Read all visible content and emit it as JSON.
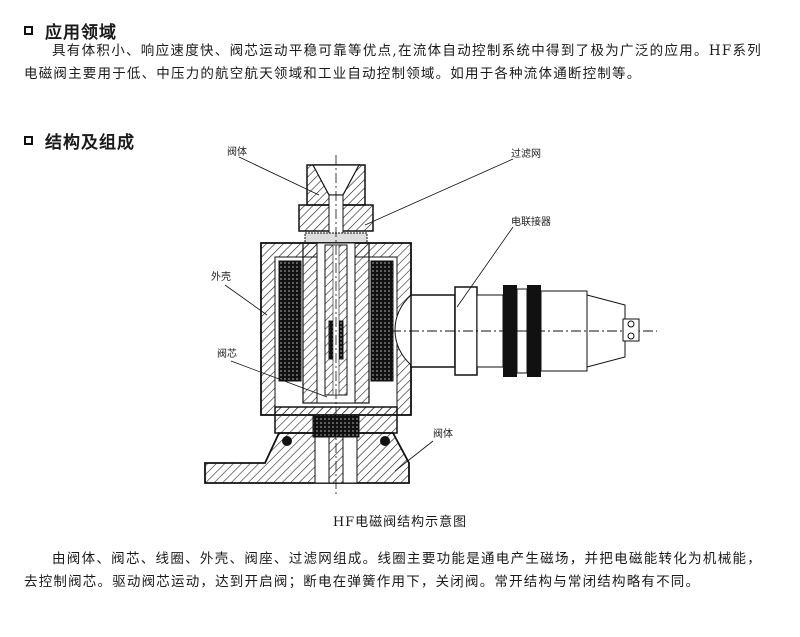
{
  "section1": {
    "heading": "应用领域",
    "body": "具有体积小、响应速度快、阀芯运动平稳可靠等优点,在流体自动控制系统中得到了极为广泛的应用。HF系列电磁阀主要用于低、中压力的航空航天领域和工业自动控制领域。如用于各种流体通断控制等。"
  },
  "section2": {
    "heading": "结构及组成",
    "diagram": {
      "labels": {
        "valve_body_top": "阀体",
        "filter": "过滤网",
        "connector": "电联接器",
        "shell": "外壳",
        "core": "阀芯",
        "valve_body_bottom": "阀体"
      },
      "caption": "HF电磁阀结构示意图"
    },
    "body": "由阀体、阀芯、线圈、外壳、阀座、过滤网组成。线圈主要功能是通电产生磁场，并把电磁能转化为机械能，去控制阀芯。驱动阀芯运动，达到开启阀；断电在弹簧作用下，关闭阀。常开结构与常闭结构略有不同。"
  }
}
